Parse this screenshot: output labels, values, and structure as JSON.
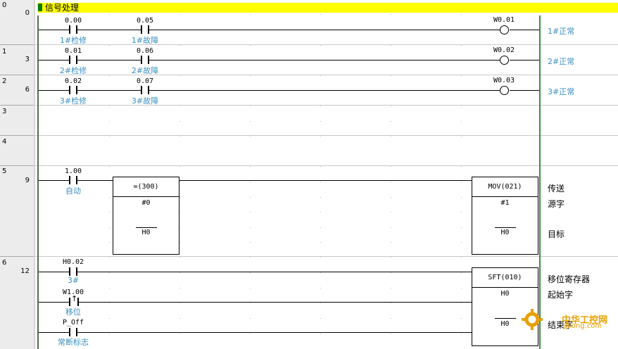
{
  "rows": [
    {
      "row": "0",
      "step": "0"
    },
    {
      "row": "1",
      "step": "3"
    },
    {
      "row": "2",
      "step": "6"
    },
    {
      "row": "3",
      "step": ""
    },
    {
      "row": "4",
      "step": ""
    },
    {
      "row": "5",
      "step": "9"
    },
    {
      "row": "6",
      "step": "12"
    }
  ],
  "section_title": "信号处理",
  "rung0": {
    "c1_addr": "0.00",
    "c1_cmt": "1#检修",
    "c2_addr": "0.05",
    "c2_cmt": "1#故障",
    "coil_addr": "W0.01",
    "coil_cmt": "1#正常"
  },
  "rung1": {
    "c1_addr": "0.01",
    "c1_cmt": "2#检修",
    "c2_addr": "0.06",
    "c2_cmt": "2#故障",
    "coil_addr": "W0.02",
    "coil_cmt": "2#正常"
  },
  "rung2": {
    "c1_addr": "0.02",
    "c1_cmt": "3#检修",
    "c2_addr": "0.07",
    "c2_cmt": "3#故障",
    "coil_addr": "W0.03",
    "coil_cmt": "3#正常"
  },
  "rung5": {
    "c1_addr": "1.00",
    "c1_cmt": "自动",
    "cmp_title": "=(300)",
    "cmp_op1": "#0",
    "cmp_op2": "H0",
    "mov_title": "MOV(021)",
    "mov_op1": "#1",
    "mov_op2": "H0",
    "lbl1": "传送",
    "lbl2": "源字",
    "lbl3": "目标"
  },
  "rung6": {
    "c1_addr": "H0.02",
    "c1_cmt": "3#",
    "c2_addr": "W1.00",
    "c2_cmt": "移位",
    "c3_addr": "P_Off",
    "c3_cmt": "常断标志",
    "sft_title": "SFT(010)",
    "sft_op1": "H0",
    "sft_op2": "H0",
    "lbl1": "移位寄存器",
    "lbl2": "起始字",
    "lbl3": "结束字"
  },
  "watermark": {
    "line1": "中华工控网",
    "line2": "gkong.com",
    "color": "#e8a000"
  }
}
